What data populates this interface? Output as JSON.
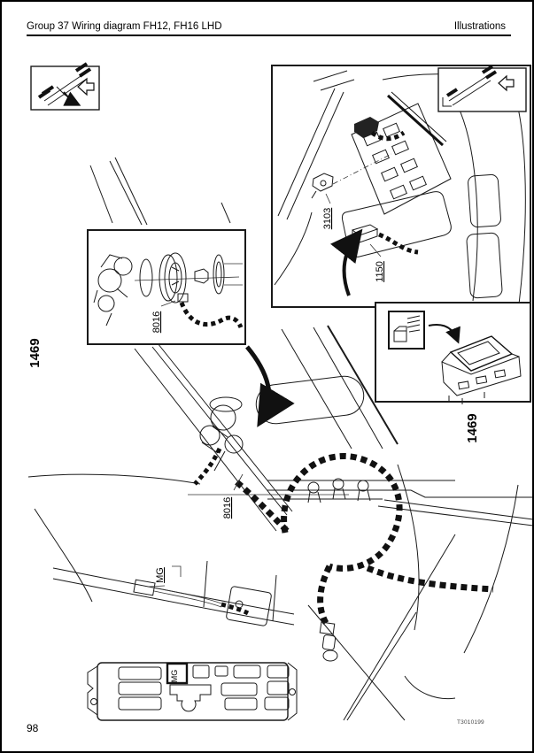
{
  "header": {
    "left_title": "Group 37 Wiring diagram FH12, FH16 LHD",
    "right_title": "Illustrations"
  },
  "footer": {
    "page_number": "98",
    "drawing_number": "T3010199"
  },
  "figure": {
    "left_rotated_label": "1469",
    "right_rotated_label": "1469",
    "callouts": {
      "switch_panel_connector": "3103",
      "dash_harness_connector": "1150",
      "inset_sensor": "8016",
      "chassis_sensor": "8016",
      "gearbox_harness_connector": "MG",
      "panel_slot_label": "MG"
    },
    "icons": {
      "orientation_icon": "truck-viewing-direction-arrow",
      "inset_orientation_icon": "truck-viewing-direction-arrow",
      "switch_symbol_icon": "rocker-switch-function-symbol"
    }
  },
  "colors": {
    "ink": "#1a1a1a",
    "paper": "#ffffff",
    "muted": "#444444"
  }
}
